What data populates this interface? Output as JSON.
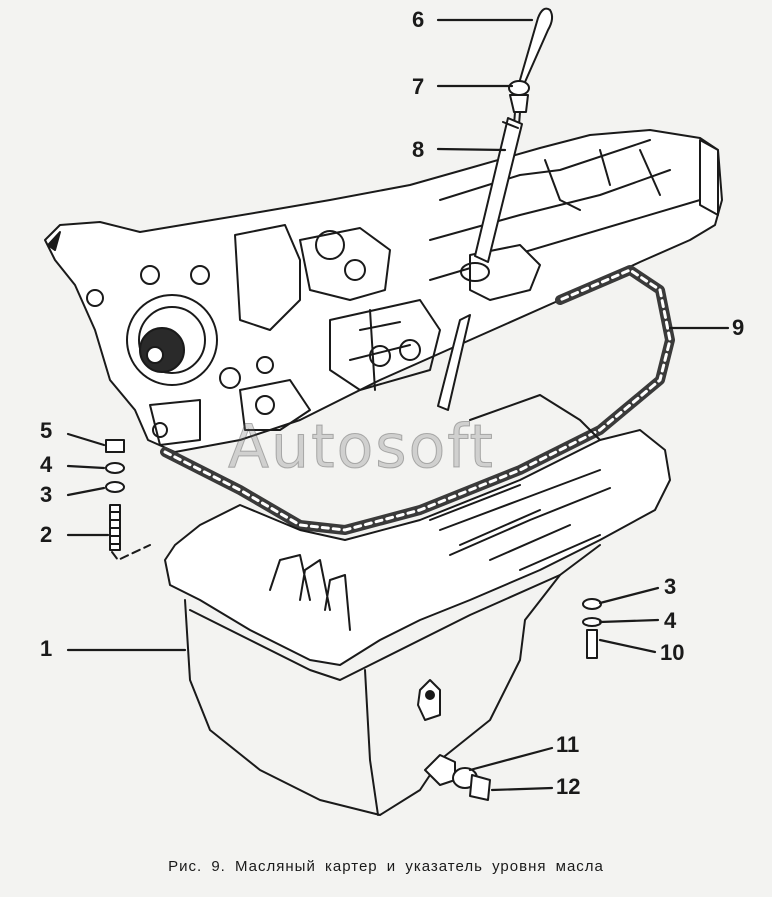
{
  "figure": {
    "caption": "Рис. 9. Масляный картер и указатель уровня масла",
    "watermark": "Autosoft",
    "callouts": [
      "6",
      "7",
      "8",
      "9",
      "5",
      "4",
      "3",
      "2",
      "1",
      "3",
      "4",
      "10",
      "11",
      "12"
    ]
  },
  "colors": {
    "ink": "#1a1a1a",
    "paper": "#f3f3f1"
  }
}
